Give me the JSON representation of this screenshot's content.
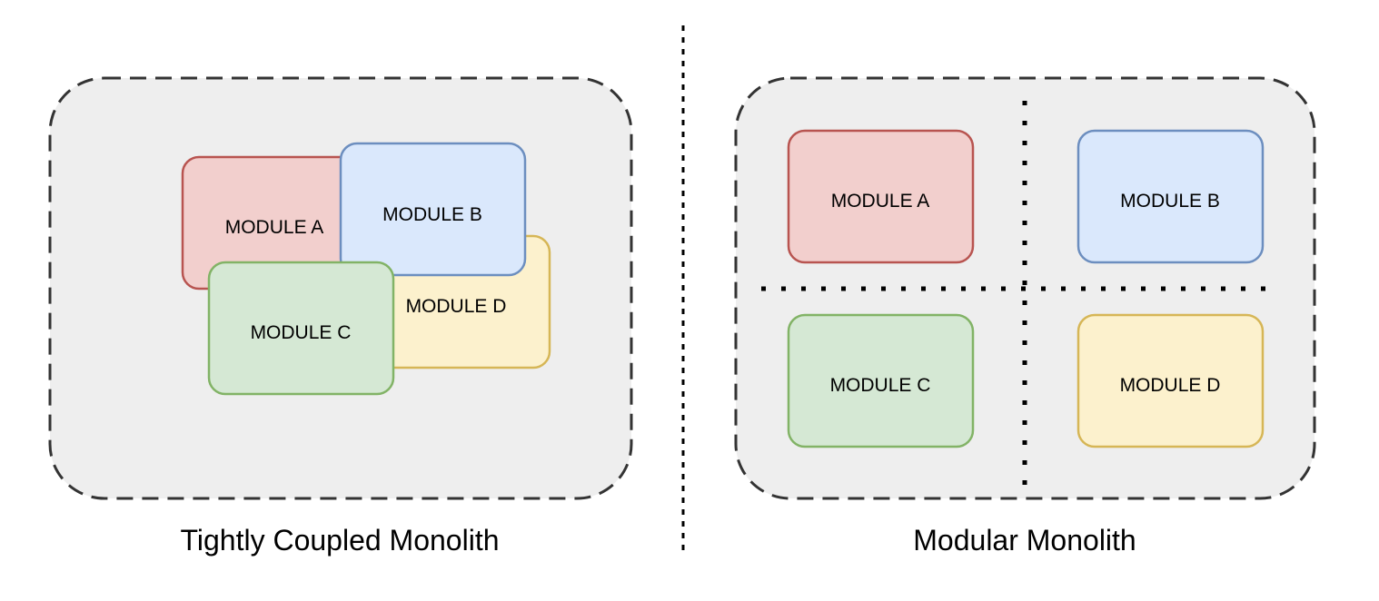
{
  "left_panel": {
    "caption": "Tightly Coupled Monolith",
    "modules": {
      "a": "MODULE A",
      "b": "MODULE B",
      "c": "MODULE C",
      "d": "MODULE D"
    }
  },
  "right_panel": {
    "caption": "Modular Monolith",
    "modules": {
      "a": "MODULE A",
      "b": "MODULE B",
      "c": "MODULE C",
      "d": "MODULE D"
    }
  },
  "colors": {
    "container_fill": "#eeeeee",
    "container_stroke": "#333333",
    "module_a_fill": "#f2cfcd",
    "module_a_stroke": "#b85450",
    "module_b_fill": "#dae8fc",
    "module_b_stroke": "#6c8ebf",
    "module_c_fill": "#d5e8d4",
    "module_c_stroke": "#82b366",
    "module_d_fill": "#fcf1cd",
    "module_d_stroke": "#d6b656"
  }
}
